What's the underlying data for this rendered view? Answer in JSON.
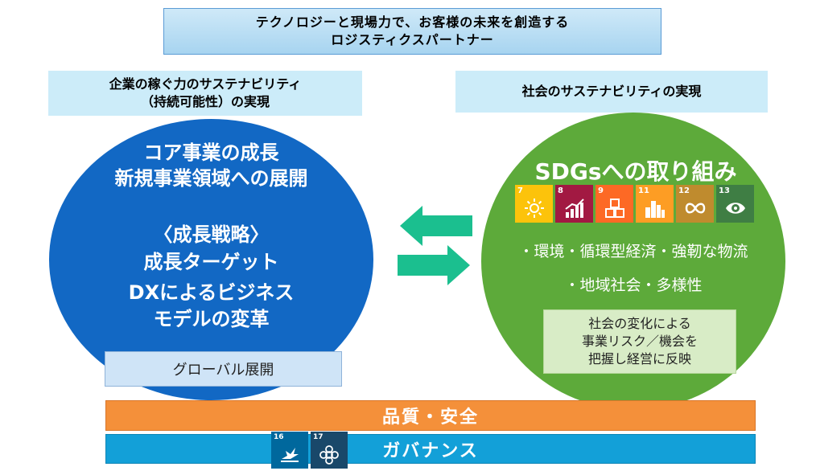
{
  "header": {
    "line1": "テクノロジーと現場力で、お客様の未来を創造する",
    "line2": "ロジスティクスパートナー"
  },
  "left_label": {
    "line1": "企業の稼ぐ力のサステナビリティ",
    "line2": "（持続可能性）の実現"
  },
  "right_label": {
    "line1": "社会のサステナビリティの実現"
  },
  "left_circle": {
    "line1": "コア事業の成長",
    "line2": "新規事業領域への展開",
    "line3": "〈成長戦略〉",
    "line4": "成長ターゲット",
    "line5": "DXによるビジネス",
    "line6": "モデルの変革",
    "global": "グローバル展開",
    "color": "#1268c4"
  },
  "right_circle": {
    "title": "SDGsへの取り組み",
    "line1": "・環境・循環型経済・強靭な物流",
    "line2": "・地域社会・多様性",
    "risk1": "社会の変化による",
    "risk2": "事業リスク／機会を",
    "risk3": "把握し経営に反映",
    "color": "#5daa3a"
  },
  "sdg_goals": [
    {
      "num": "7",
      "color": "#fcc30b",
      "icon": "sun-icon"
    },
    {
      "num": "8",
      "color": "#a21942",
      "icon": "growth-chart-icon"
    },
    {
      "num": "9",
      "color": "#fd6925",
      "icon": "cubes-icon"
    },
    {
      "num": "11",
      "color": "#fd9d24",
      "icon": "city-icon"
    },
    {
      "num": "12",
      "color": "#bf8b2e",
      "icon": "infinity-icon"
    },
    {
      "num": "13",
      "color": "#3f7e44",
      "icon": "eye-globe-icon"
    }
  ],
  "bottom_goals": [
    {
      "num": "16",
      "color": "#00689d",
      "icon": "dove-icon"
    },
    {
      "num": "17",
      "color": "#19486a",
      "icon": "flower-icon"
    }
  ],
  "bands": {
    "quality": "品質・安全",
    "governance": "ガバナンス",
    "quality_color": "#f4903a",
    "governance_color": "#13a0d8"
  },
  "arrow_color": "#1bbf8f"
}
